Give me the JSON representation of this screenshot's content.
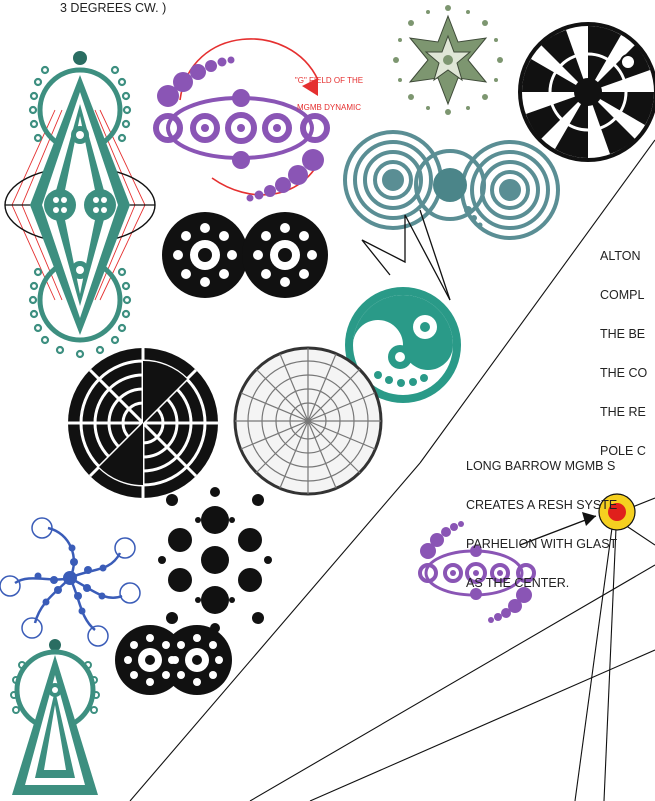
{
  "header_note": "3 DEGREES CW. )",
  "g_field_label_line1": "\"G\" FIELD OF THE",
  "g_field_label_line2": "MGMB DYNAMIC",
  "alton_text": [
    "ALTON",
    "COMPL",
    "THE BE",
    "THE CO",
    "THE RE",
    "POLE C"
  ],
  "barrow_text": [
    "LONG BARROW MGMB S",
    "CREATES A RESH SYSTE",
    "PARHELION WITH GLAST",
    "AS THE CENTER."
  ],
  "colors": {
    "teal": "#3d8f80",
    "purple": "#8a55b5",
    "red_accent": "#e53030",
    "blue": "#3a5cb8",
    "sage": "#7d9670",
    "black": "#111111",
    "marker_yellow": "#f5d020",
    "marker_red": "#e0201c"
  }
}
